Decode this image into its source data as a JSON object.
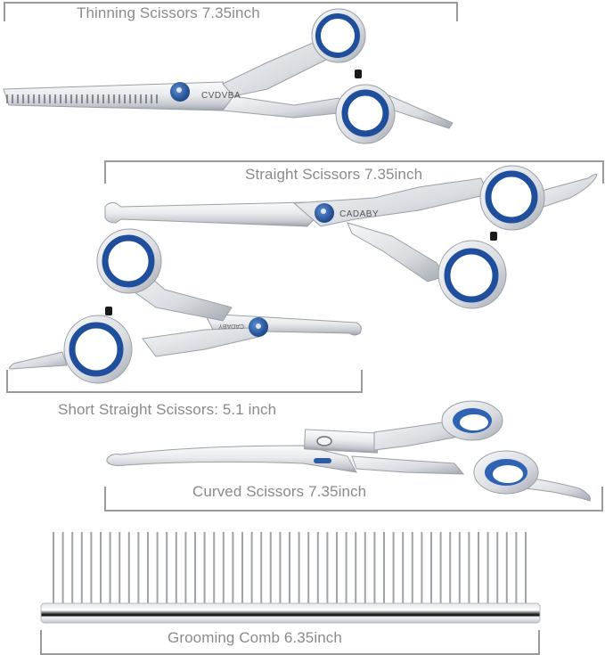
{
  "brand": "CADABY",
  "colors": {
    "ring_blue": "#1f4f9c",
    "ring_blue_light": "#3d72c4",
    "steel_light": "#f2f3f5",
    "steel_mid": "#c9ccd2",
    "steel_dark": "#8e939b",
    "label_gray": "#8a8a8a",
    "bracket_gray": "#9a9a9a",
    "bumper_black": "#1a1a1a"
  },
  "items": [
    {
      "id": "thinning",
      "label": "Thinning Scissors 7.35inch",
      "length_in": 7.35,
      "brand_mark": "CADABY (mirrored)"
    },
    {
      "id": "straight",
      "label": "Straight Scissors 7.35inch",
      "length_in": 7.35,
      "brand_mark": "CADABY"
    },
    {
      "id": "short",
      "label": "Short Straight Scissors: 5.1 inch",
      "length_in": 5.1,
      "brand_mark": "CADABY (mirrored)"
    },
    {
      "id": "curved",
      "label": "Curved Scissors 7.35inch",
      "length_in": 7.35
    },
    {
      "id": "comb",
      "label": "Grooming Comb 6.35inch",
      "length_in": 6.35,
      "teeth_count": 52
    }
  ]
}
